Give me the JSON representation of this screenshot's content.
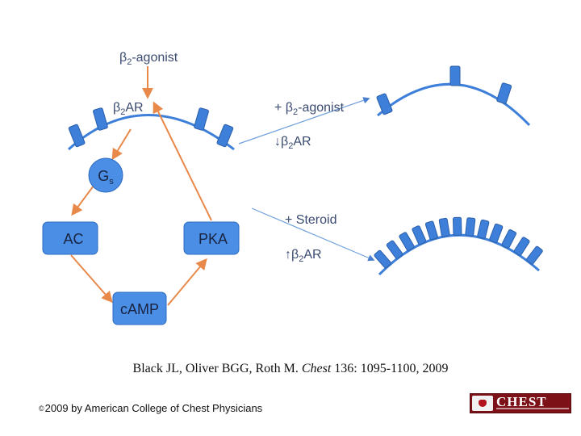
{
  "diagram": {
    "agonist_top": "β2-agonist",
    "receptor_label": "β2AR",
    "gs_label": "Gs",
    "ac_label": "AC",
    "pka_label": "PKA",
    "camp_label": "cAMP",
    "upper_arrow_label": "+ β2-agonist",
    "upper_result_label": "↓β2AR",
    "lower_arrow_label": "+ Steroid",
    "lower_result_label": "↑β2AR"
  },
  "colors": {
    "receptor_blue": "#3d7fd9",
    "box_blue": "#4a8ee6",
    "arrow_orange": "#e8894a",
    "thin_arrow_blue": "#6fa0dc"
  },
  "citation": {
    "authors": "Black JL, Oliver BGG, Roth M.",
    "journal": "Chest",
    "details": "136: 1095-1100, 2009"
  },
  "footer": {
    "copyright_symbol": "©",
    "copyright": "2009 by American College of Chest Physicians",
    "logo_text": "CHEST"
  }
}
